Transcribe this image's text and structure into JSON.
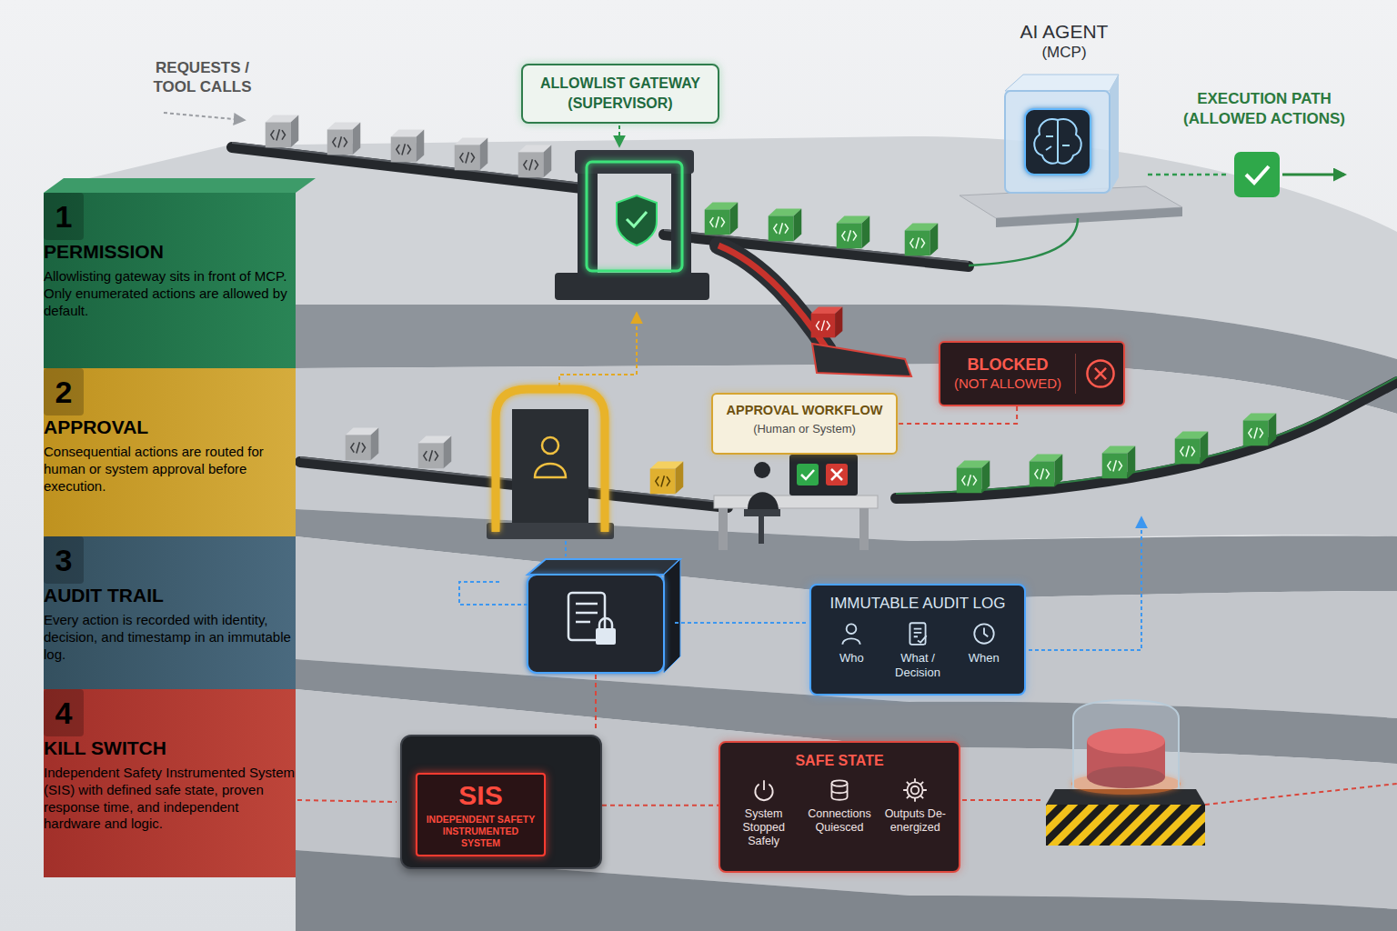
{
  "diagram": {
    "nodes": [
      {
        "text": [
          "ALLOWLIST GATEWAY (SUPERVISOR)"
        ]
      },
      {
        "text": [
          "AI AGENT",
          "(MCP)"
        ]
      },
      {
        "text": [
          "1",
          "PERMISSION",
          "Allowlisting gateway sits in front of MCP. Only enumerated actions are allowed by default."
        ]
      },
      {
        "text": [
          "BLOCKED",
          "(NOT ALLOWED)"
        ]
      },
      {
        "text": [
          "2",
          "APPROVAL",
          "Consequential actions are routed for human or system approval before execution."
        ]
      },
      {
        "text": [
          "APPROVAL WORKFLOW",
          "(Human or System)"
        ]
      },
      {
        "text": [
          "3",
          "AUDIT TRAIL",
          "Every action is recorded with identity, decision, and timestamp in an immutable log."
        ]
      },
      {
        "text": [
          "IMMUTABLE AUDIT LOG",
          "Who",
          "What / Decision",
          "When"
        ]
      },
      {
        "text": [
          "4",
          "KILL SWITCH",
          "Independent Safety Instrumented System (SIS) with defined safe state, proven response time, and independent hardware and logic."
        ]
      },
      {
        "text": [
          "SIS",
          "INDEPENDENT SAFETY INSTRUMENTED SYSTEM"
        ]
      },
      {
        "text": [
          "SAFE STATE",
          "System Stopped Safely",
          "Connections Quiesced",
          "Outputs De-energized"
        ]
      }
    ],
    "edges": [
      {
        "from": 3,
        "to": 5,
        "arrow": "none"
      },
      {
        "from": 9,
        "to": 10,
        "arrow": "none"
      }
    ],
    "labels": [
      "REQUESTS / TOOL CALLS",
      "EXECUTION PATH (ALLOWED ACTIONS)"
    ]
  }
}
